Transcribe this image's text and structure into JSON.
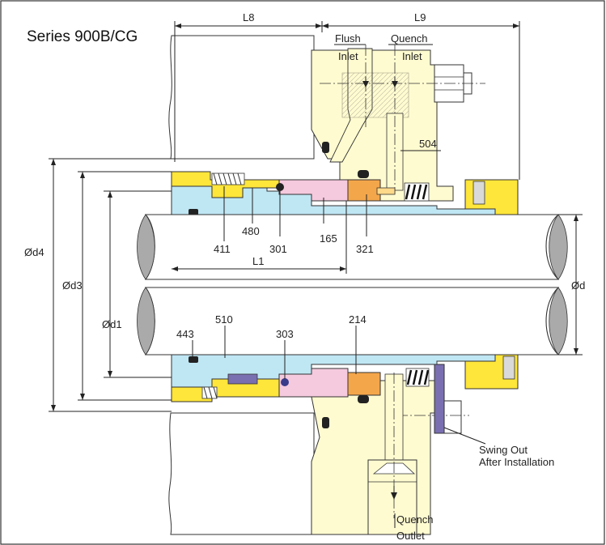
{
  "title": "Series 900B/CG",
  "dimensions": {
    "l8": "L8",
    "l9": "L9",
    "l1": "L1",
    "d4": "Ød4",
    "d3": "Ød3",
    "d1": "Ød1",
    "d": "Ød"
  },
  "ports": {
    "flush_line1": "Flush",
    "flush_line2": "Inlet",
    "quench_in_line1": "Quench",
    "quench_in_line2": "Inlet",
    "quench_out_line1": "Quench",
    "quench_out_line2": "Outlet"
  },
  "parts": {
    "p504": "504",
    "p411": "411",
    "p480": "480",
    "p301": "301",
    "p165": "165",
    "p321": "321",
    "p443": "443",
    "p510": "510",
    "p303": "303",
    "p214": "214"
  },
  "notes": {
    "swing_line1": "Swing Out",
    "swing_line2": "After Installation"
  },
  "colors": {
    "frame": "#333333",
    "gland": "#fffbd0",
    "sleeve": "#bfe6f3",
    "seal_face": "#f5c9de",
    "drive_collar": "#ffe63a",
    "carbon_face": "#f4a64a",
    "clip": "#7a6fb0",
    "shaft": "#ffffff",
    "chamber": "#ffffff"
  }
}
